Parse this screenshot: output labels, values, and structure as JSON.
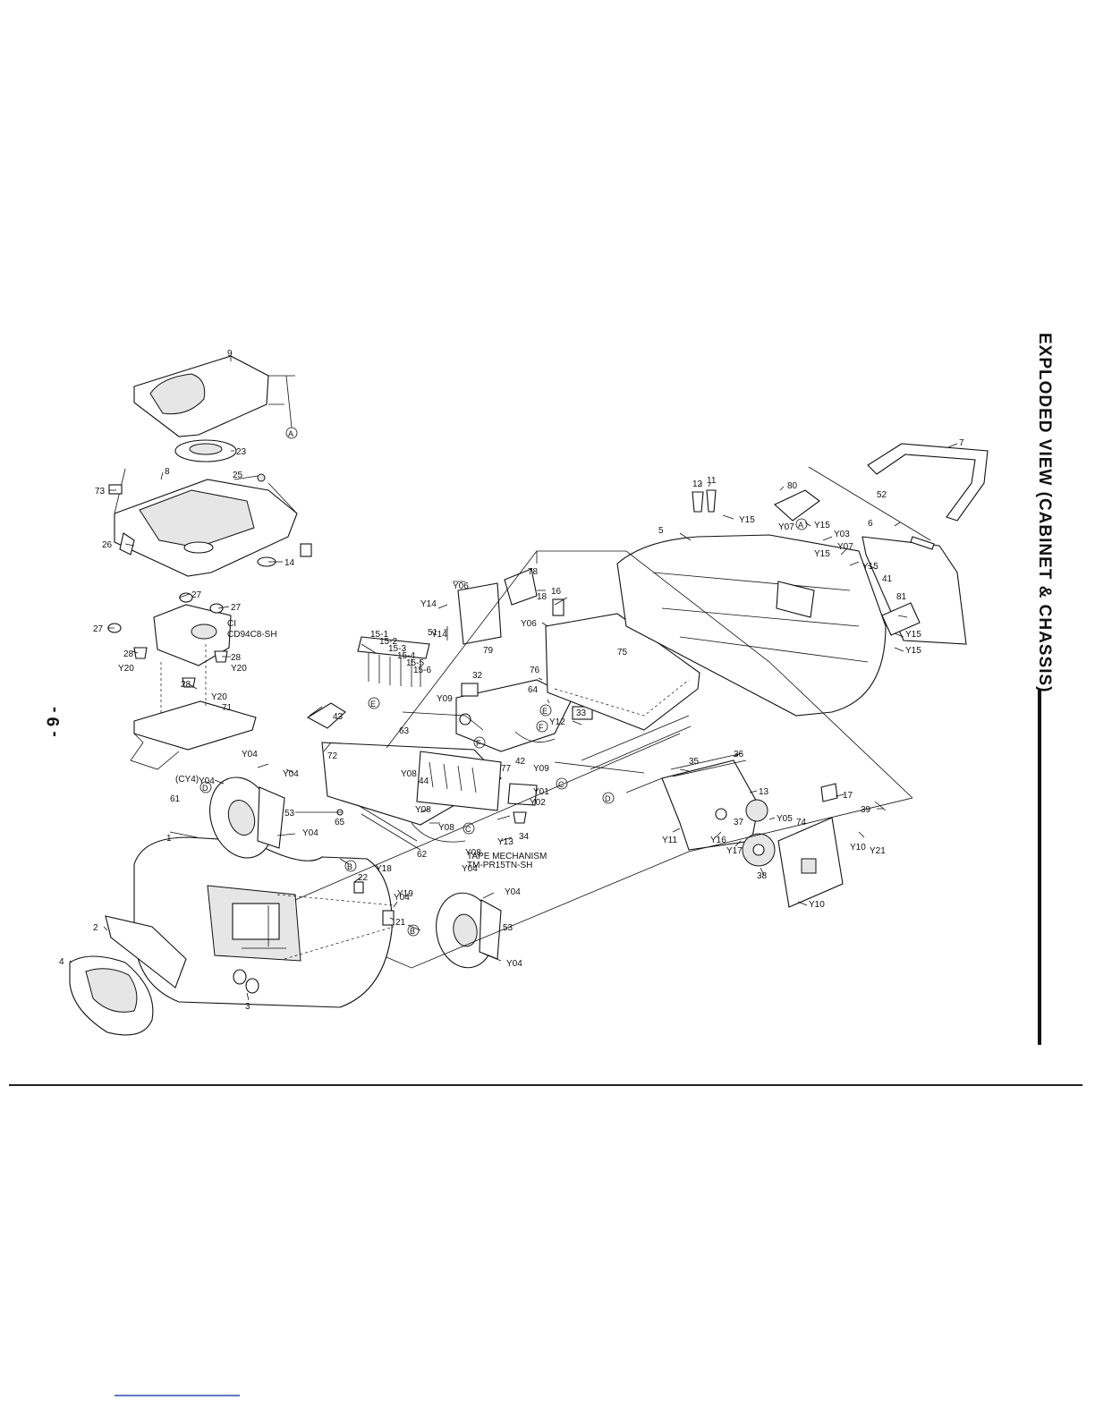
{
  "page": {
    "title": "EXPLODED VIEW (CABINET & CHASSIS)",
    "page_number": "- 9 -"
  },
  "labels": {
    "p9": "9",
    "pA1": "A",
    "p23": "23",
    "p8": "8",
    "p25": "25",
    "p73": "73",
    "p26": "26",
    "p14": "14",
    "p27a": "27",
    "p27b": "27",
    "p27c": "27",
    "cd1": "CI",
    "cd2": "CD94C8-SH",
    "p28a": "28",
    "p28b": "28",
    "p28c": "28",
    "y20a": "Y20",
    "y20b": "Y20",
    "y20c": "Y20",
    "p71": "71",
    "cy4": "(CY4)",
    "pD1": "D",
    "p61": "61",
    "y04a": "Y04",
    "y04b": "Y04",
    "y04c": "Y04",
    "y04d": "Y04",
    "p53a": "53",
    "p65": "65",
    "p1": "1",
    "pB1": "B",
    "p22": "22",
    "y18": "Y18",
    "y19": "Y19",
    "y04e": "Y04",
    "y04f": "Y04",
    "y04g": "Y04",
    "y04h": "Y04",
    "p21": "21",
    "pB2": "B",
    "p53b": "53",
    "p2": "2",
    "p4": "4",
    "p3": "3",
    "p151": "15-1",
    "p152": "15-2",
    "p153": "15-3",
    "p154": "15-4",
    "p155": "15-5",
    "p156": "15-6",
    "p43": "43",
    "pE1": "E",
    "p63": "63",
    "p72": "72",
    "p62": "62",
    "y08a": "Y08",
    "y08b": "Y08",
    "y08c": "Y08",
    "y08d": "Y08",
    "p44": "44",
    "y09a": "Y09",
    "y09b": "Y09",
    "p32": "32",
    "pF1": "F",
    "p42": "42",
    "p77": "77",
    "y01": "Y01",
    "y02": "Y02",
    "pC1": "C",
    "pC2": "C",
    "y13": "Y13",
    "p34": "34",
    "tape1": "TAPE MECHANISM",
    "tape2": "TM-PR15TN-SH",
    "y14a": "Y14",
    "y14b": "Y14",
    "p51": "51",
    "y06a": "Y06",
    "y06b": "Y06",
    "p79": "79",
    "p78": "78",
    "p18": "18",
    "p16": "16",
    "p76": "76",
    "p75": "75",
    "p64": "64",
    "pE2": "E",
    "pF2": "F",
    "y12": "Y12",
    "p33": "33",
    "p12": "12",
    "p11": "11",
    "p80": "80",
    "y15a": "Y15",
    "p5": "5",
    "y07a": "Y07",
    "pA2": "A",
    "y15b": "Y15",
    "y03": "Y03",
    "y15c": "Y15",
    "y07b": "Y07",
    "y15d": "Y15",
    "p6": "6",
    "p52": "52",
    "p7": "7",
    "p41": "41",
    "p81": "81",
    "y15e": "Y15",
    "y15f": "Y15",
    "p35": "35",
    "p36": "36",
    "pD2": "D",
    "p13": "13",
    "p37": "37",
    "y05": "Y05",
    "y11": "Y11",
    "y16": "Y16",
    "y17": "Y17",
    "p38": "38",
    "p74": "74",
    "p17": "17",
    "p39": "39",
    "y10a": "Y10",
    "y21": "Y21",
    "y10b": "Y10"
  }
}
